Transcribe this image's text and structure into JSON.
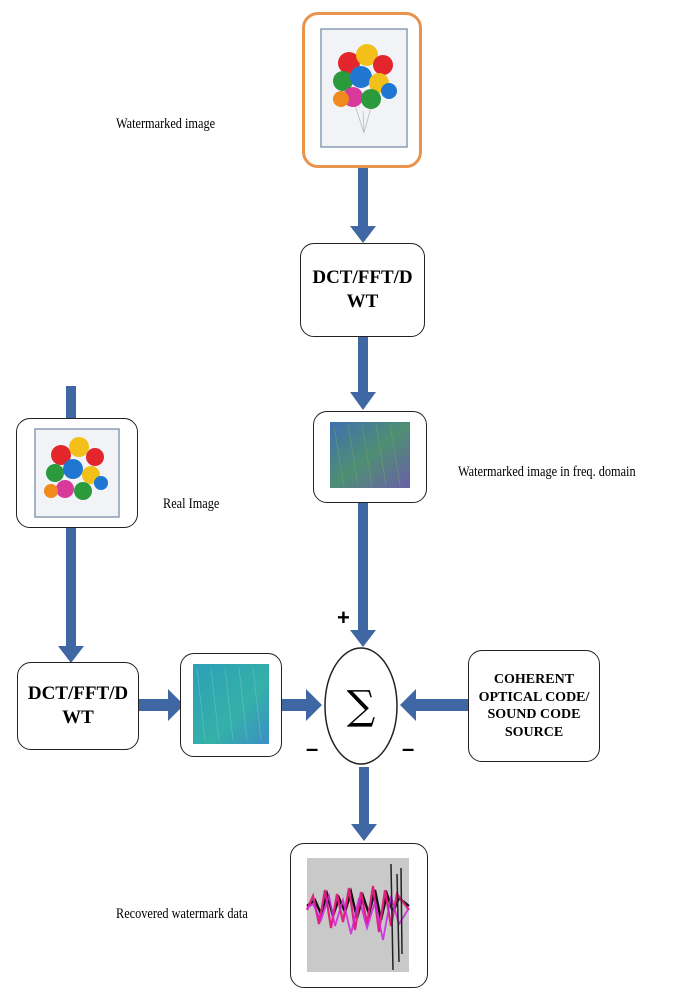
{
  "labels": {
    "watermarked_image": "Watermarked image",
    "watermarked_freq": "Watermarked image in freq. domain",
    "real_image": "Real Image",
    "recovered": "Recovered watermark data"
  },
  "blocks": {
    "transform_top": "DCT/FFT/D\nWT",
    "transform_left": "DCT/FFT/D\nWT",
    "code_source": "COHERENT\nOPTICAL CODE/\nSOUND CODE\nSOURCE"
  },
  "summer": {
    "symbol": "∑",
    "plus": "+",
    "minus_left": "–",
    "minus_right": "–"
  },
  "colors": {
    "arrow": "#3F67A3",
    "orange_border": "#E8944F"
  }
}
